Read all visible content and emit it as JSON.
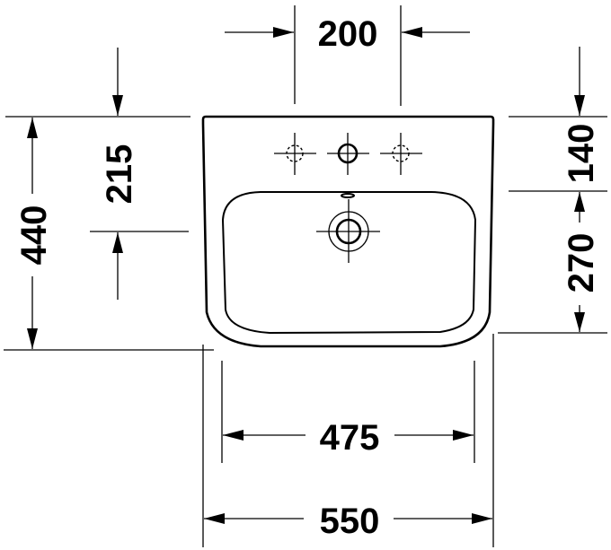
{
  "drawing": {
    "subject": "washbasin top view dimension drawing",
    "units": "mm",
    "line_color": "#000000",
    "background": "#ffffff"
  },
  "dimensions": {
    "tap_hole_spacing": "200",
    "overall_depth": "440",
    "wall_to_drain": "215",
    "wall_to_bowl": "140",
    "bowl_depth": "270",
    "bowl_width": "475",
    "overall_width": "550"
  }
}
